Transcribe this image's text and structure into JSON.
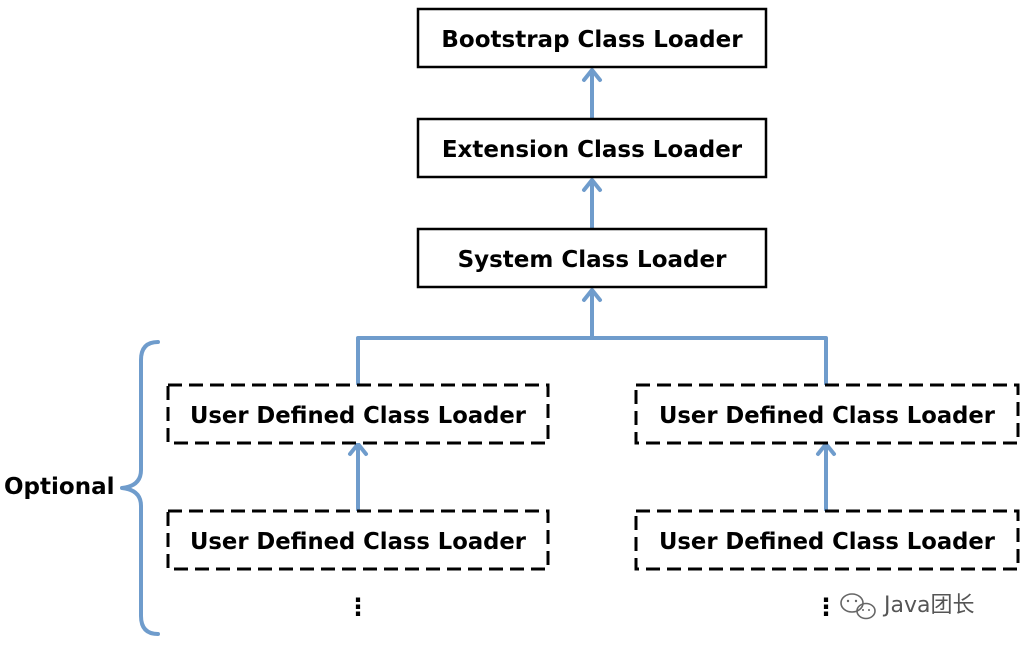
{
  "colors": {
    "connector": "#6f9ccc",
    "box_border": "#000000",
    "box_fill": "#ffffff",
    "text": "#000000"
  },
  "nodes": {
    "bootstrap": "Bootstrap Class Loader",
    "extension": "Extension Class Loader",
    "system": "System Class Loader",
    "user_defined_left_top": "User Defined Class Loader",
    "user_defined_right_top": "User Defined Class Loader",
    "user_defined_left_bottom": "User Defined Class Loader",
    "user_defined_right_bottom": "User Defined Class Loader"
  },
  "optional_label": "Optional",
  "continuation_marker_left": "⋮",
  "continuation_marker_right": "⋮",
  "watermark": {
    "icon": "wechat-icon",
    "text": "Java团长"
  }
}
